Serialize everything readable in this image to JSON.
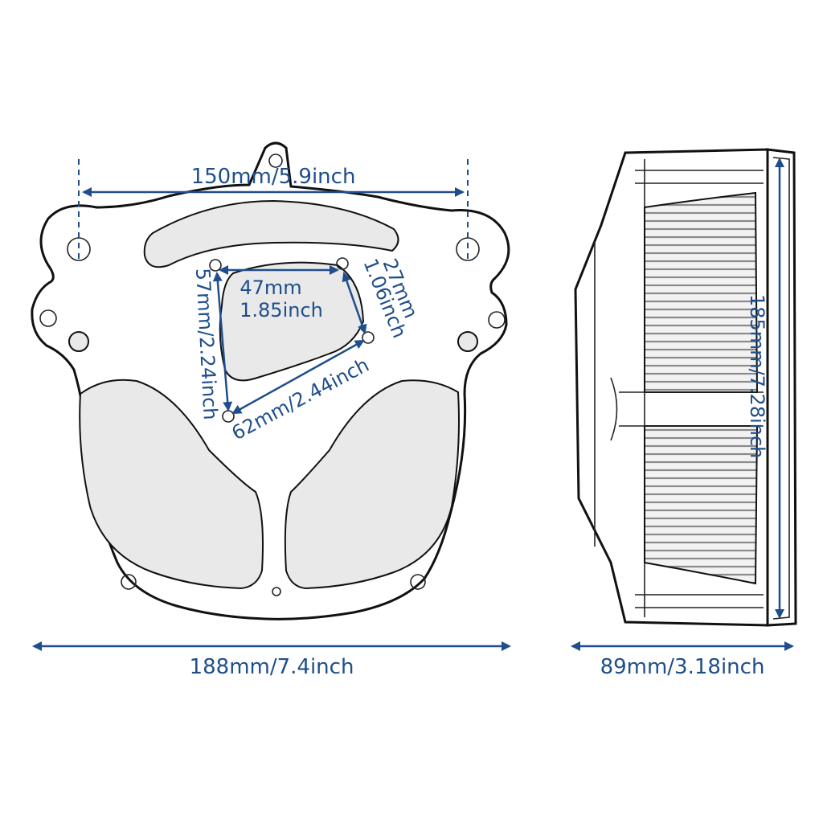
{
  "dimensions": {
    "front_top_width": "150mm/5.9inch",
    "front_bottom_width": "188mm/7.4inch",
    "triangle_top": "47mm",
    "triangle_top_inch": "1.85inch",
    "triangle_right": "27mm",
    "triangle_right_inch": "1.06inch",
    "triangle_left": "57mm/2.24inch",
    "triangle_bottom": "62mm/2.44inch",
    "side_height": "185mm/7.28inch",
    "side_depth": "89mm/3.18inch"
  },
  "colors": {
    "dimension": "#1f4e8c",
    "outline": "#111111"
  }
}
